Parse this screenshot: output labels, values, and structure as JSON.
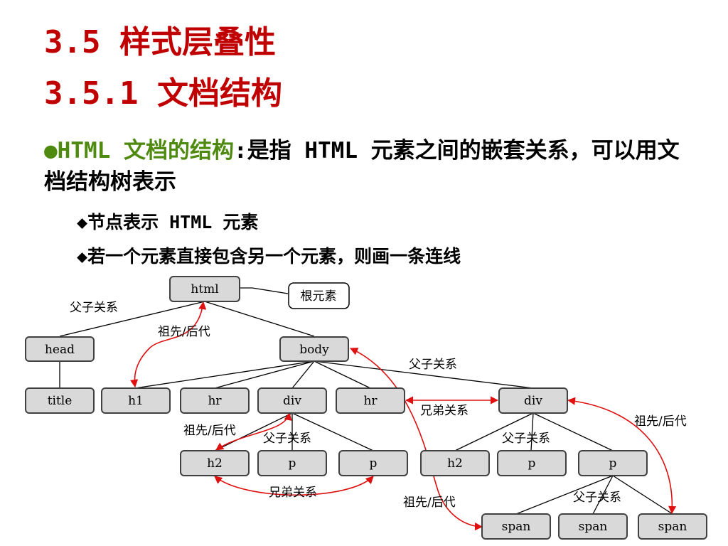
{
  "heading": {
    "line1": "3.5 样式层叠性",
    "line2": "3.5.1 文档结构",
    "color": "#c00000"
  },
  "paragraph": {
    "bullet": "●",
    "highlight": "HTML 文档的结构",
    "highlight_color": "#4f8a10",
    "text": ":是指 HTML 元素之间的嵌套关系，可以用文档结构树表示"
  },
  "sub_bullets": [
    {
      "marker": "◆",
      "text": "节点表示 HTML 元素"
    },
    {
      "marker": "◆",
      "text": "若一个元素直接包含另一个元素，则画一条连线"
    }
  ],
  "tree": {
    "nodes": {
      "html": "html",
      "head": "head",
      "title": "title",
      "body": "body",
      "h1": "h1",
      "hr1": "hr",
      "div1": "div",
      "hr2": "hr",
      "div2": "div",
      "h2a": "h2",
      "pa1": "p",
      "pa2": "p",
      "h2b": "h2",
      "pb1": "p",
      "pb2": "p",
      "span1": "span",
      "span2": "span",
      "span3": "span"
    },
    "callout": "根元素",
    "labels": {
      "parent_child_1": "父子关系",
      "ancestor_1": "祖先/后代",
      "parent_child_2": "父子关系",
      "sibling_1": "兄弟关系",
      "ancestor_2": "祖先/后代",
      "ancestor_3": "祖先/后代",
      "parent_child_3": "父子关系",
      "parent_child_4": "父子关系",
      "sibling_2": "兄弟关系",
      "ancestor_4": "祖先/后代",
      "parent_child_5": "父子关系"
    },
    "arrow_color": "#e01010"
  }
}
